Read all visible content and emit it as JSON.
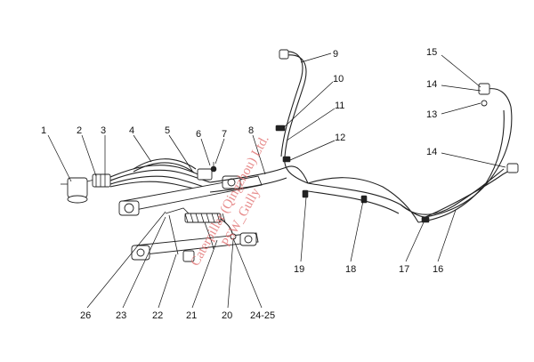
{
  "diagram": {
    "callouts": {
      "c1": "1",
      "c2": "2",
      "c3": "3",
      "c4": "4",
      "c5": "5",
      "c6": "6",
      "c7": "7",
      "c8": "8",
      "c9": "9",
      "c10": "10",
      "c11": "11",
      "c12": "12",
      "c13": "13",
      "c14a": "14",
      "c14b": "14",
      "c15": "15",
      "c16": "16",
      "c17": "17",
      "c18": "18",
      "c19": "19",
      "c20": "20",
      "c21": "21",
      "c22": "22",
      "c23": "23",
      "c26": "26",
      "c2425": "24-25"
    },
    "watermark": {
      "line1": "Caterpillar (Qingzhou) Ltd.",
      "line2": "PSW_Gully"
    }
  }
}
